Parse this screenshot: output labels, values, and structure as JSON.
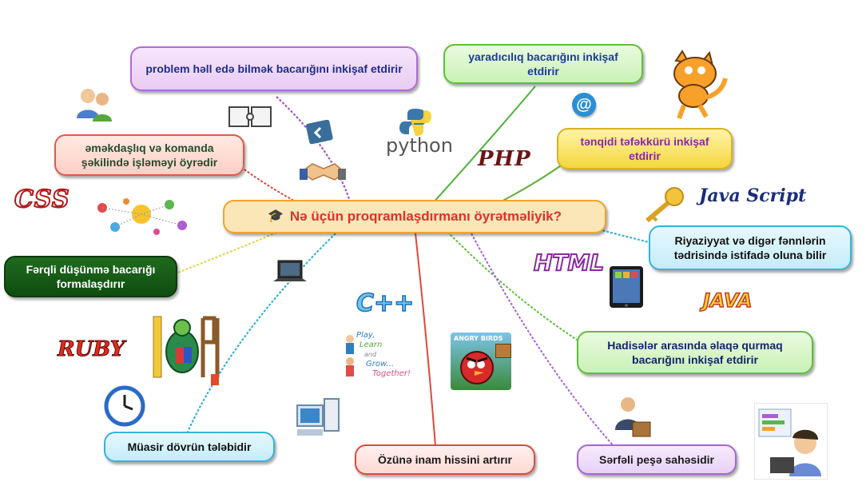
{
  "center": {
    "label": "Nə üçün proqramlaşdırmanı öyrətməliyik?"
  },
  "nodes": [
    {
      "id": "problem-solving",
      "text": "problem həll edə bilmək bacarığını inkişaf etdirir"
    },
    {
      "id": "creativity",
      "text": "yaradıcılıq bacarığını inkişaf etdirir"
    },
    {
      "id": "critical-thinking",
      "text": "tənqidi təfəkkürü inkişaf etdirir"
    },
    {
      "id": "teamwork",
      "text": "əməkdaşlıq və komanda şəkilində işləməyi öyrədir"
    },
    {
      "id": "different-thinking",
      "text": "Fərqli düşünmə bacarığı formalaşdırır"
    },
    {
      "id": "math-subjects",
      "text": "Riyaziyyat və digər fənnlərin tədrisində istifadə oluna bilir"
    },
    {
      "id": "relationships",
      "text": "Hadisələr arasında əlaqə qurmaq bacarığını inkişaf etdirir"
    },
    {
      "id": "modern-times",
      "text": "Müasir dövrün tələbidir"
    },
    {
      "id": "self-confidence",
      "text": "Özünə inam hissini artırır"
    },
    {
      "id": "profitable-career",
      "text": "Sərfəli peşə sahəsidir"
    }
  ],
  "logos": {
    "css": "CSS",
    "php": "PHP",
    "python": "python",
    "javascript": "Java Script",
    "html": "HTML",
    "java": "JAVA",
    "cpp": "C++",
    "ruby": "RUBY",
    "at": "@",
    "play_learn": [
      "Play,",
      "Learn",
      "and",
      "Grow...",
      "Together!"
    ],
    "angry_birds": "ANGRY BIRDS"
  },
  "colors": {
    "purple": "#b06ad6",
    "green": "#5fbf3a",
    "yellow": "#d9b21f",
    "salmon": "#e05a48",
    "darkgreen": "#0f4d10",
    "cyan": "#36b3d8",
    "red": "#e0493a",
    "center": "#f3a42c"
  }
}
